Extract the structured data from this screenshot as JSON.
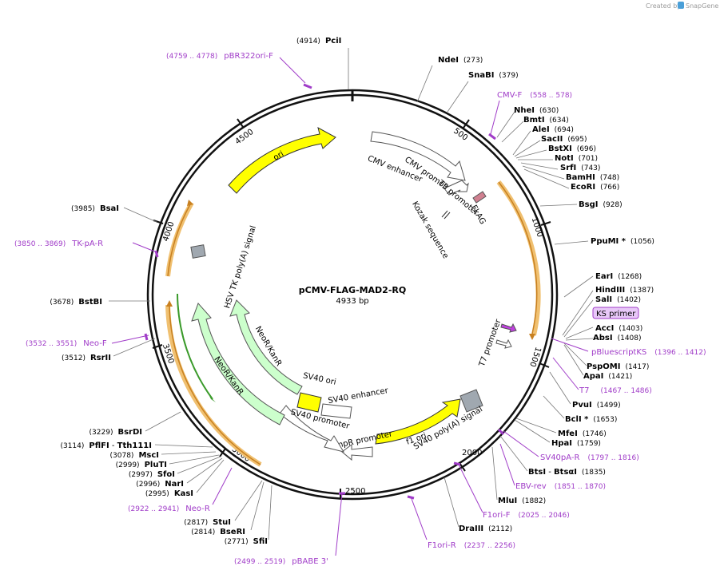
{
  "credit": {
    "text": "Created by",
    "brand": "SnapGene"
  },
  "plasmid": {
    "name": "pCMV-FLAG-MAD2-RQ",
    "size": "4933 bp"
  },
  "ticks": [
    "500",
    "1000",
    "1500",
    "2000",
    "2500",
    "3000",
    "3500",
    "4000",
    "4500"
  ],
  "features": {
    "ori": "ori",
    "cmv_enhancer": "CMV enhancer",
    "cmv_promoter": "CMV promoter",
    "t3_promoter": "T3 promoter",
    "flag": "FLAG",
    "kozak": "Kozak sequence",
    "hsv_tk": "HSV TK poly(A) signal",
    "t7_promoter": "T7 promoter",
    "neo1": "NeoR/KanR",
    "neo2": "NeoR/KanR",
    "sv40_ori": "SV40 ori",
    "sv40_enh": "SV40 enhancer",
    "sv40_prom": "SV40 promoter",
    "ampr_prom": "AmpR promoter",
    "f1ori": "f1 ori",
    "sv40_polya": "SV40 poly(A) signal"
  },
  "sites": {
    "pcil": {
      "name": "PciI",
      "pos": "(4914)"
    },
    "ndei": {
      "name": "NdeI",
      "pos": "(273)"
    },
    "snabi": {
      "name": "SnaBI",
      "pos": "(379)"
    },
    "nhei": {
      "name": "NheI",
      "pos": "(630)"
    },
    "bmti": {
      "name": "BmtI",
      "pos": "(634)"
    },
    "alei": {
      "name": "AleI",
      "pos": "(694)"
    },
    "sacii": {
      "name": "SacII",
      "pos": "(695)"
    },
    "bstxi": {
      "name": "BstXI",
      "pos": "(696)"
    },
    "noti": {
      "name": "NotI",
      "pos": "(701)"
    },
    "srfi": {
      "name": "SrfI",
      "pos": "(743)"
    },
    "bamhi": {
      "name": "BamHI",
      "pos": "(748)"
    },
    "ecori": {
      "name": "EcoRI",
      "pos": "(766)"
    },
    "bsgi": {
      "name": "BsgI",
      "pos": "(928)"
    },
    "ppumi": {
      "name": "PpuMI *",
      "pos": "(1056)"
    },
    "eari": {
      "name": "EarI",
      "pos": "(1268)"
    },
    "hindiii": {
      "name": "HindIII",
      "pos": "(1387)"
    },
    "sali": {
      "name": "SalI",
      "pos": "(1402)"
    },
    "acci": {
      "name": "AccI",
      "pos": "(1403)"
    },
    "absi": {
      "name": "AbsI",
      "pos": "(1408)"
    },
    "pspomi": {
      "name": "PspOMI",
      "pos": "(1417)"
    },
    "apai": {
      "name": "ApaI",
      "pos": "(1421)"
    },
    "pvui": {
      "name": "PvuI",
      "pos": "(1499)"
    },
    "bcli": {
      "name": "BclI *",
      "pos": "(1653)"
    },
    "mfei": {
      "name": "MfeI",
      "pos": "(1746)"
    },
    "hpai": {
      "name": "HpaI",
      "pos": "(1759)"
    },
    "btsi": {
      "name": "BtsI",
      "mid": " - ",
      "name2": "BtsαI",
      "pos": "(1835)"
    },
    "mlui": {
      "name": "MluI",
      "pos": "(1882)"
    },
    "draiii": {
      "name": "DraIII",
      "pos": "(2112)"
    },
    "sfii": {
      "name": "SfiI",
      "pos": "(2771)"
    },
    "bseri": {
      "name": "BseRI",
      "pos": "(2814)"
    },
    "stui": {
      "name": "StuI",
      "pos": "(2817)"
    },
    "kasi": {
      "name": "KasI",
      "pos": "(2995)"
    },
    "nari": {
      "name": "NarI",
      "pos": "(2996)"
    },
    "sfoi": {
      "name": "SfoI",
      "pos": "(2997)"
    },
    "pluti": {
      "name": "PluTI",
      "pos": "(2999)"
    },
    "msci": {
      "name": "MscI",
      "pos": "(3078)"
    },
    "pflfi": {
      "name": "PflFI",
      "mid": " - ",
      "name2": "Tth111I",
      "pos": "(3114)"
    },
    "bsrdi": {
      "name": "BsrDI",
      "pos": "(3229)"
    },
    "rsrii": {
      "name": "RsrII",
      "pos": "(3512)"
    },
    "bstbi": {
      "name": "BstBI",
      "pos": "(3678)"
    },
    "bsai": {
      "name": "BsaI",
      "pos": "(3985)"
    }
  },
  "primers": {
    "pbr322ori": {
      "name": "pBR322ori-F",
      "range": "(4759 .. 4778)"
    },
    "cmvf": {
      "name": "CMV-F",
      "range": "(558 .. 578)"
    },
    "ks": {
      "name": "KS primer"
    },
    "pbluescript": {
      "name": "pBluescriptKS",
      "range": "(1396 .. 1412)"
    },
    "t7": {
      "name": "T7",
      "range": "(1467 .. 1486)"
    },
    "sv40pa": {
      "name": "SV40pA-R",
      "range": "(1797 .. 1816)"
    },
    "ebv": {
      "name": "EBV-rev",
      "range": "(1851 .. 1870)"
    },
    "f1orif": {
      "name": "F1ori-F",
      "range": "(2025 .. 2046)"
    },
    "f1orir": {
      "name": "F1ori-R",
      "range": "(2237 .. 2256)"
    },
    "pbabe": {
      "name": "pBABE 3'",
      "range": "(2499 .. 2519)"
    },
    "neor": {
      "name": "Neo-R",
      "range": "(2922 .. 2941)"
    },
    "neof": {
      "name": "Neo-F",
      "range": "(3532 .. 3551)"
    },
    "tkpa": {
      "name": "TK-pA-R",
      "range": "(3850 .. 3869)"
    }
  },
  "colors": {
    "backbone": "#111111",
    "ori": "#ffff00",
    "neo": "#ccffcc",
    "primer": "#a03cc8",
    "orf_outline": "#f0c070",
    "orf_arrow": "#c88020",
    "neo_arrow": "#3a9a2a",
    "ks_primer_bg": "#e8c8f8",
    "grey_feature": "#a0a8b0",
    "pink_flag": "#d08090"
  }
}
